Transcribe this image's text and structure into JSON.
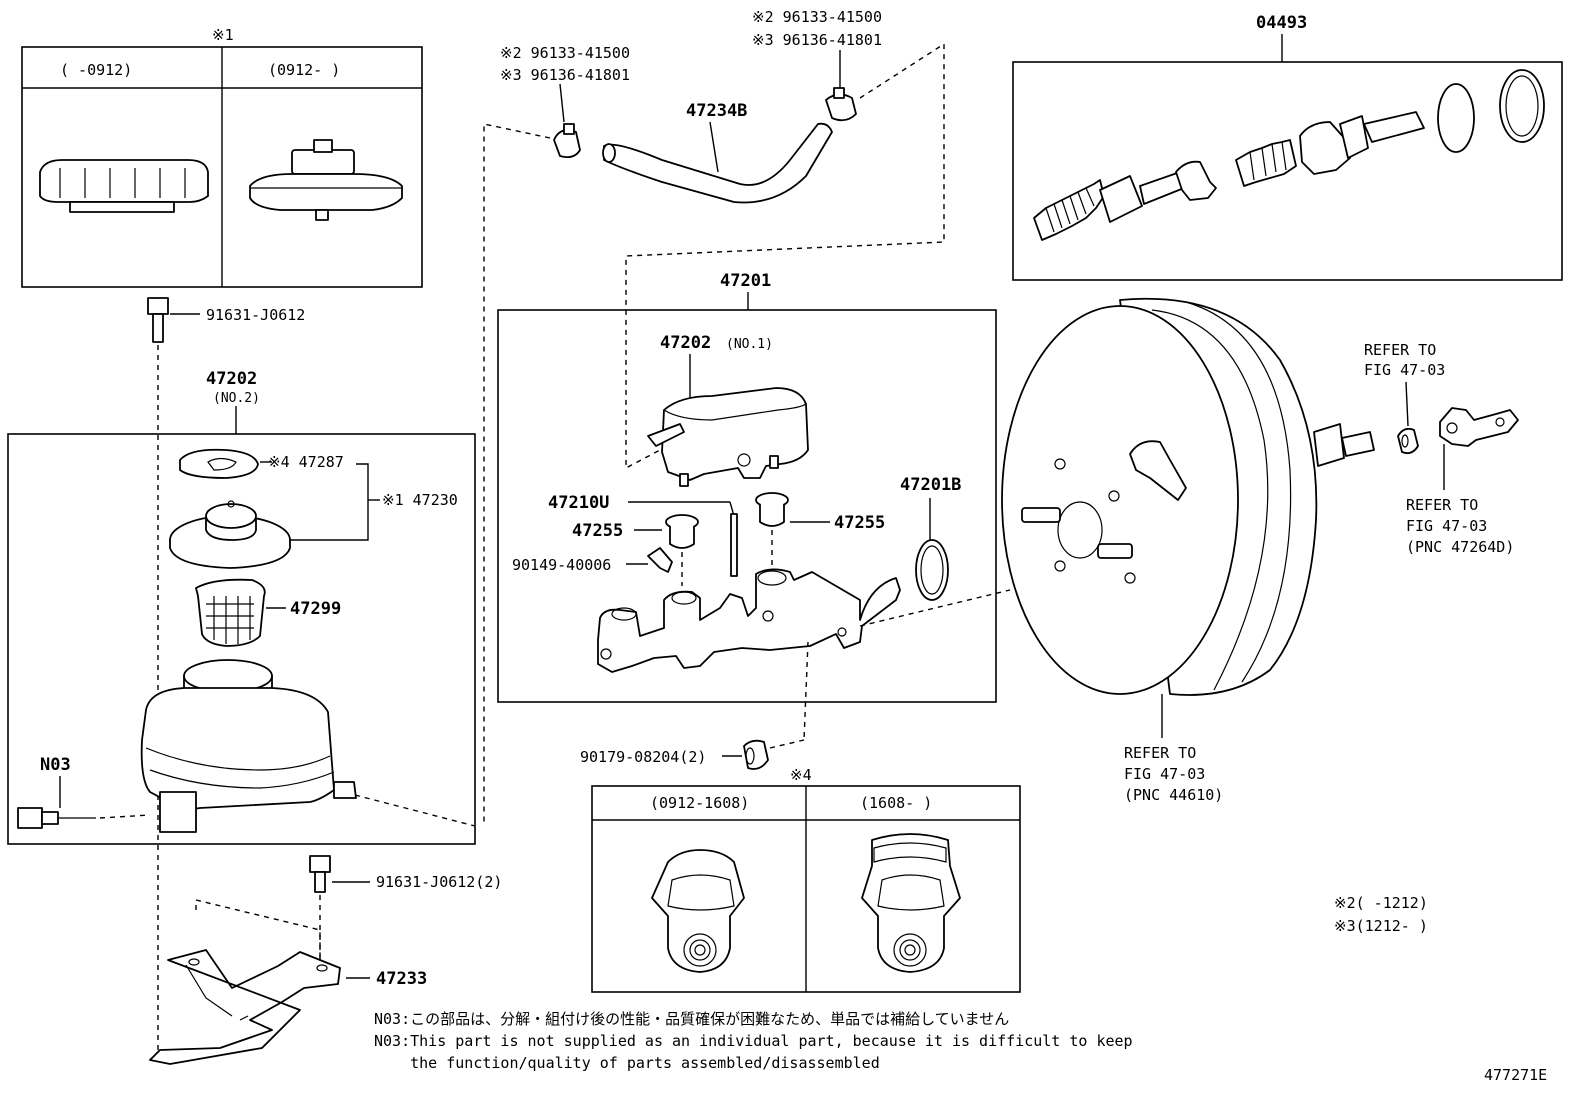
{
  "labels": {
    "kome1": "※1",
    "kome4_top": "※4",
    "inset1_col1": "(     -0912)",
    "inset1_col2": "(0912-     )",
    "bolt_top": "91631-J0612",
    "res_pn": "47202",
    "res_sub": "(NO.2)",
    "gasket": "※4 47287",
    "cap": "※1 47230",
    "strainer": "47299",
    "n03": "N03",
    "bolt_lower": "91631-J0612(2)",
    "bracket": "47233",
    "clip_left_a": "※2 96133-41500",
    "clip_left_b": "※3 96136-41801",
    "clip_right_a": "※2 96133-41500",
    "clip_right_b": "※3 96136-41801",
    "hose": "47234B",
    "mc_assy": "47201",
    "res_no1": "47202",
    "res_no1_sub": "(NO.1)",
    "pin": "47210U",
    "grommet_left": "47255",
    "grommet_right": "47255",
    "screw": "90149-40006",
    "oring": "47201B",
    "nut": "90179-08204(2)",
    "kit": "04493",
    "refer_top_a": "REFER TO",
    "refer_top_b": "FIG 47-03",
    "refer_clevis_a": "REFER TO",
    "refer_clevis_b": "FIG 47-03",
    "refer_clevis_c": "(PNC 47264D)",
    "refer_booster_a": "REFER TO",
    "refer_booster_b": "FIG 47-03",
    "refer_booster_c": "(PNC 44610)",
    "inset4_col1": "(0912-1608)",
    "inset4_col2": "(1608-     )",
    "note_kome2": "※2(     -1212)",
    "note_kome3": "※3(1212-     )",
    "note_jp": "N03:この部品は、分解・組付け後の性能・品質確保が困難なため、単品では補給していません",
    "note_en1": "N03:This part is not supplied as an individual part, because it is difficult to keep",
    "note_en2": "    the function/quality of parts assembled/disassembled",
    "figure_id": "477271E"
  }
}
